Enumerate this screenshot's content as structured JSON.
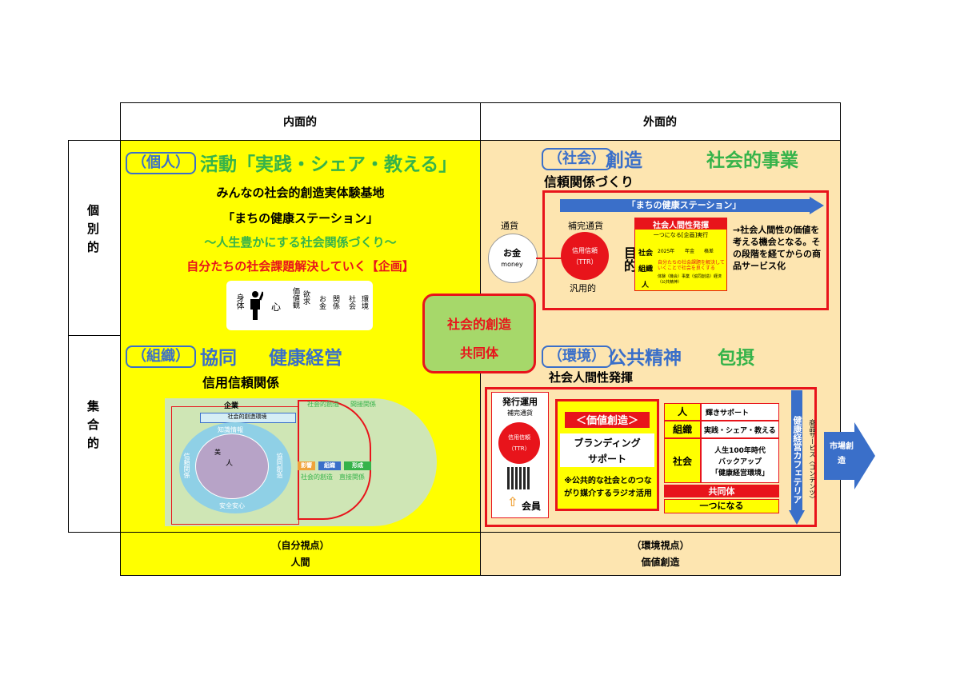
{
  "header": {
    "inner": "内面的",
    "outer": "外面的"
  },
  "rows": {
    "individual": "個別的",
    "collective": "集合的"
  },
  "footer": {
    "left_top": "（自分視点）",
    "left_bottom": "人間",
    "right_top": "（環境視点）",
    "right_bottom": "価値創造"
  },
  "q1": {
    "tag": "（個人）",
    "title": "活動「実践・シェア・教える」",
    "line1": "みんなの社会的創造実体験基地",
    "line2": "「まちの健康ステーション」",
    "line3": "～人生豊かにする社会関係づくり～",
    "line4": "自分たちの社会課題解決していく【企画】",
    "icons": [
      "身体",
      "心",
      "価値観",
      "欲求",
      "お金",
      "関係",
      "社会",
      "環境"
    ]
  },
  "q2": {
    "tag": "（社会）",
    "title": "創造",
    "title2": "社会的事業",
    "subtitle": "信頼関係づくり",
    "arrow_label": "「まちの健康ステーション」",
    "currency": "通貨",
    "money": "お金",
    "money_sub": "money",
    "complement": "補完通貨",
    "trust": "信用信頼",
    "ttr": "（TTR）",
    "general": "汎用的",
    "purpose": "目的",
    "box_title": "社会人間性発揮",
    "box_sub": "一つになる[企画]実行",
    "row_society": "社会",
    "row_org": "組織",
    "row_person": "人",
    "table_vals": [
      "2025年",
      "年金",
      "格差"
    ],
    "org_text": "自分たちの社会課題を解決していくことで社会を良くする",
    "person_text": "体験（機会）事業（協同創造）経済（公共精神）",
    "note": "→社会人間性の価値を考える機会となる。その段階を経てからの商品サービス化"
  },
  "center": {
    "line1": "社会的創造",
    "line2": "共同体"
  },
  "q3": {
    "tag": "（組織）",
    "title": "協同",
    "title2": "健康経営",
    "subtitle": "信用信頼関係",
    "company": "企業",
    "env": "社会的創造環境",
    "knowledge": "知識情報",
    "trust": "信頼関係",
    "coop": "協同創造",
    "safety": "安全安心",
    "social_creation": "社会的創造",
    "indirect": "間接関係",
    "influence": "影響",
    "org": "組織",
    "form": "形成",
    "direct_social": "社会的創造",
    "direct": "直接関係",
    "person": "人",
    "beauty": "美"
  },
  "q4": {
    "tag": "（環境）",
    "title": "公共精神",
    "title2": "包摂",
    "subtitle": "社会人間性発揮",
    "issue": "発行運用",
    "complement": "補完通貨",
    "trust": "信用信頼",
    "ttr": "（TTR）",
    "member": "会員",
    "value_creation": "＜価値創造＞",
    "branding": "ブランディング",
    "support": "サポート",
    "radio": "※公共的な社会とのつながり媒介するラジオ活用",
    "row_person": "人",
    "row_org": "組織",
    "row_society": "社会",
    "person_val": "輝きサポート",
    "org_val": "実践・シェア・教える",
    "society_val1": "人生100年時代",
    "society_val2": "バックアップ",
    "society_val3": "「健康経営環境」",
    "community": "共同体",
    "one": "一つになる",
    "vertical_blue": "健康経営カフェテリア",
    "vertical_small": "商品サービス〈コンテンツ〉",
    "market": "市場創造"
  },
  "colors": {
    "yellow": "#ffff00",
    "peach": "#fde5b0",
    "red": "#e8141b",
    "blue": "#3a6fc9",
    "green": "#36b34a"
  }
}
